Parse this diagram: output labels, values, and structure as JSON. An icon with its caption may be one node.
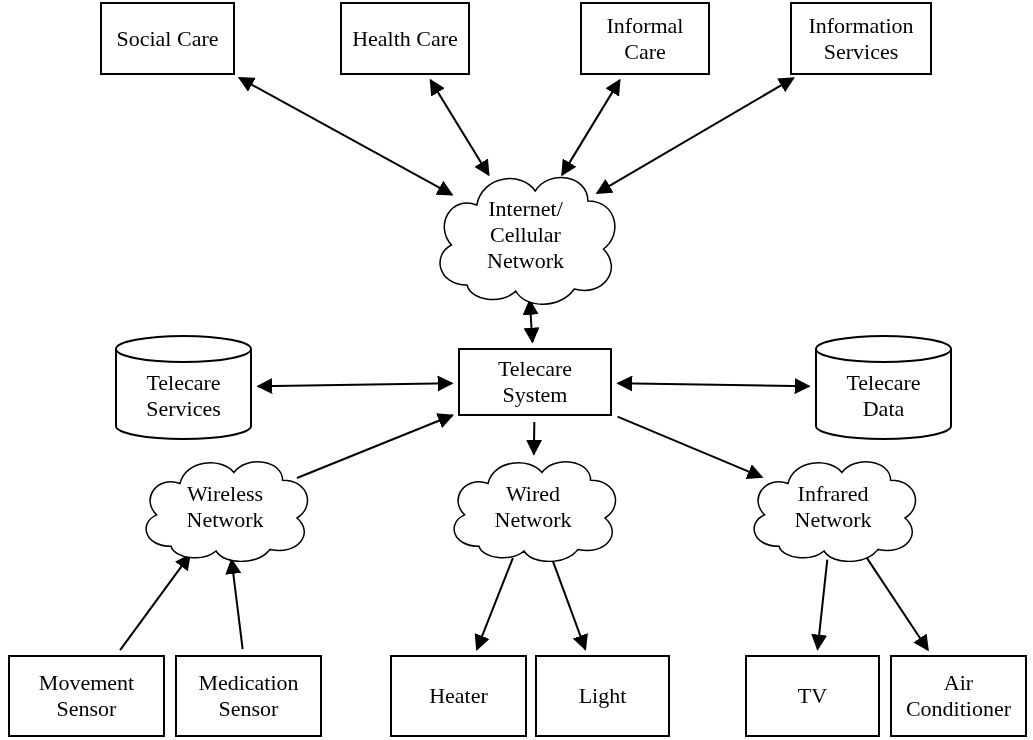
{
  "diagram": {
    "nodes": [
      {
        "text": [
          "Social Care"
        ]
      },
      {
        "text": [
          "Health Care"
        ]
      },
      {
        "text": [
          "Informal Care"
        ]
      },
      {
        "text": [
          "Information Services"
        ]
      },
      {
        "text": [
          "Internet/ Cellular Network"
        ]
      },
      {
        "text": [
          "Telecare Services"
        ]
      },
      {
        "text": [
          "Telecare System"
        ]
      },
      {
        "text": [
          "Telecare Data"
        ]
      },
      {
        "text": [
          "Wireless Network"
        ]
      },
      {
        "text": [
          "Wired Network"
        ]
      },
      {
        "text": [
          "Infrared Network"
        ]
      },
      {
        "text": [
          "Movement Sensor"
        ]
      },
      {
        "text": [
          "Medication Sensor"
        ]
      },
      {
        "text": [
          "Heater"
        ]
      },
      {
        "text": [
          "Light"
        ]
      },
      {
        "text": [
          "TV"
        ]
      },
      {
        "text": [
          "Air Conditioner"
        ]
      }
    ],
    "edges": [
      {
        "from": 0,
        "to": 4,
        "arrow": "both"
      },
      {
        "from": 1,
        "to": 4,
        "arrow": "both"
      },
      {
        "from": 2,
        "to": 4,
        "arrow": "both"
      },
      {
        "from": 3,
        "to": 4,
        "arrow": "both"
      },
      {
        "from": 4,
        "to": 6,
        "arrow": "both"
      },
      {
        "from": 5,
        "to": 6,
        "arrow": "both"
      },
      {
        "from": 6,
        "to": 7,
        "arrow": "both"
      },
      {
        "from": 8,
        "to": 6,
        "arrow": "to"
      },
      {
        "from": 6,
        "to": 9,
        "arrow": "to"
      },
      {
        "from": 6,
        "to": 10,
        "arrow": "to"
      },
      {
        "from": 9,
        "to": 13,
        "arrow": "to"
      },
      {
        "from": 9,
        "to": 14,
        "arrow": "to"
      },
      {
        "from": 10,
        "to": 15,
        "arrow": "to"
      },
      {
        "from": 10,
        "to": 16,
        "arrow": "to"
      },
      {
        "from": 11,
        "to": 8,
        "arrow": "to"
      },
      {
        "from": 12,
        "to": 8,
        "arrow": "to"
      }
    ]
  }
}
